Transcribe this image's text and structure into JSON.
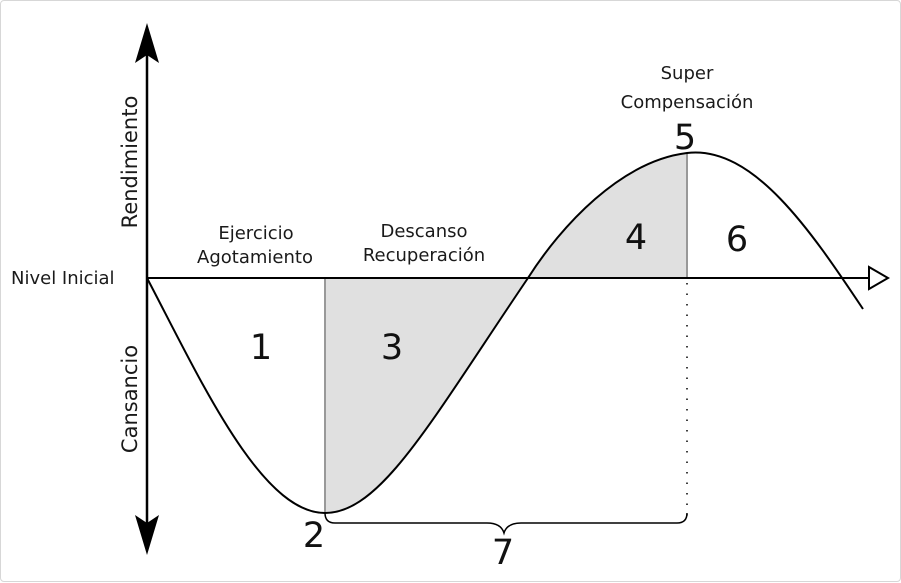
{
  "diagram": {
    "axis": {
      "y_top_label": "Rendimiento",
      "y_bottom_label": "Cansancio",
      "baseline_label": "Nivel Inicial"
    },
    "phases": {
      "exercise_line1": "Ejercicio",
      "exercise_line2": "Agotamiento",
      "rest_line1": "Descanso",
      "rest_line2": "Recuperación",
      "super_line1": "Super",
      "super_line2": "Compensación"
    },
    "markers": {
      "m1": "1",
      "m2": "2",
      "m3": "3",
      "m4": "4",
      "m5": "5",
      "m6": "6",
      "m7": "7"
    },
    "colors": {
      "stroke": "#000000",
      "shade": "#e0e0e0",
      "divider": "#999999"
    }
  }
}
